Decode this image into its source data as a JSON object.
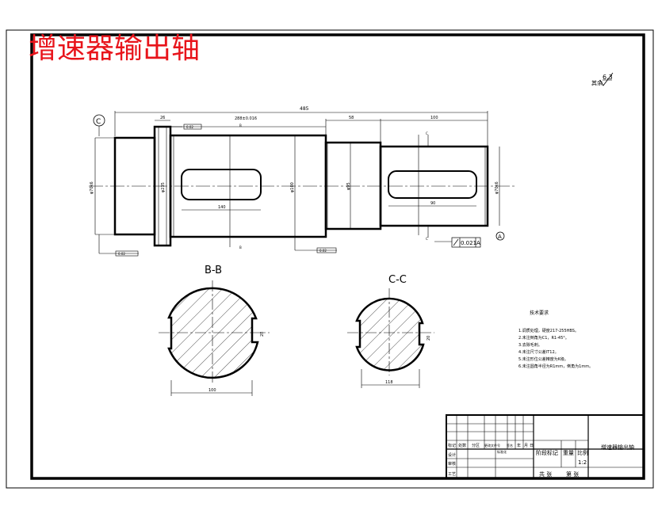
{
  "drawing": {
    "title": "增速器输出轴",
    "roughness_symbol_label": "其余",
    "roughness_value": "6.3"
  },
  "dimensions": {
    "overall_length": "485",
    "d_left_flange": "26",
    "d_middle_span": "288±0.016",
    "d_right_span_a": "58",
    "d_right_span_b": "100",
    "d_left_diameter": "φ70k6",
    "d_collar_diameter": "φ235",
    "d_main_diameter": "φ100",
    "d_step_diameter": "φ95",
    "d_right_diameter": "φ70k6",
    "keyway_left": "140",
    "keyway_right": "90",
    "bb_width": "100",
    "cc_width": "118",
    "bb_depth": "28",
    "cc_depth": "20"
  },
  "datums": {
    "datum_c": "C",
    "datum_a": "A",
    "section_b_top": "B",
    "section_b_bottom": "B",
    "section_c_top": "C",
    "section_c_bottom": "C"
  },
  "tolerances": {
    "box_top_label": "0.02",
    "box_bottom_left": "0.02",
    "box_bottom_right": "0.02",
    "runout_value": "0.021",
    "runout_datum": "A"
  },
  "sections": {
    "section_bb_label": "B-B",
    "section_cc_label": "C-C"
  },
  "technical_requirements": {
    "heading": "技术要求",
    "items": [
      "1.调质处理，硬度217-255HBS。",
      "2.未注倒角为C1，R1-45°。",
      "3.去除毛刺。",
      "4.未注尺寸公差IT12。",
      "5.未注形位公差精度为K级。",
      "6.未注圆角半径为R1mm，倒角为1mm。"
    ]
  },
  "title_block": {
    "part_name": "增速器输出轴",
    "row_labels": [
      "标记",
      "设计",
      "审核",
      "工艺"
    ],
    "header_cells": [
      "处数",
      "分区",
      "更改文件号",
      "签名",
      "年",
      "月",
      "日"
    ],
    "standardization": "标准化",
    "stage_mark": "阶段标记",
    "weight": "重量",
    "scale_label": "比例",
    "scale_value": "1:2",
    "sheets_total": "共 张",
    "sheet_no": "第 张"
  }
}
